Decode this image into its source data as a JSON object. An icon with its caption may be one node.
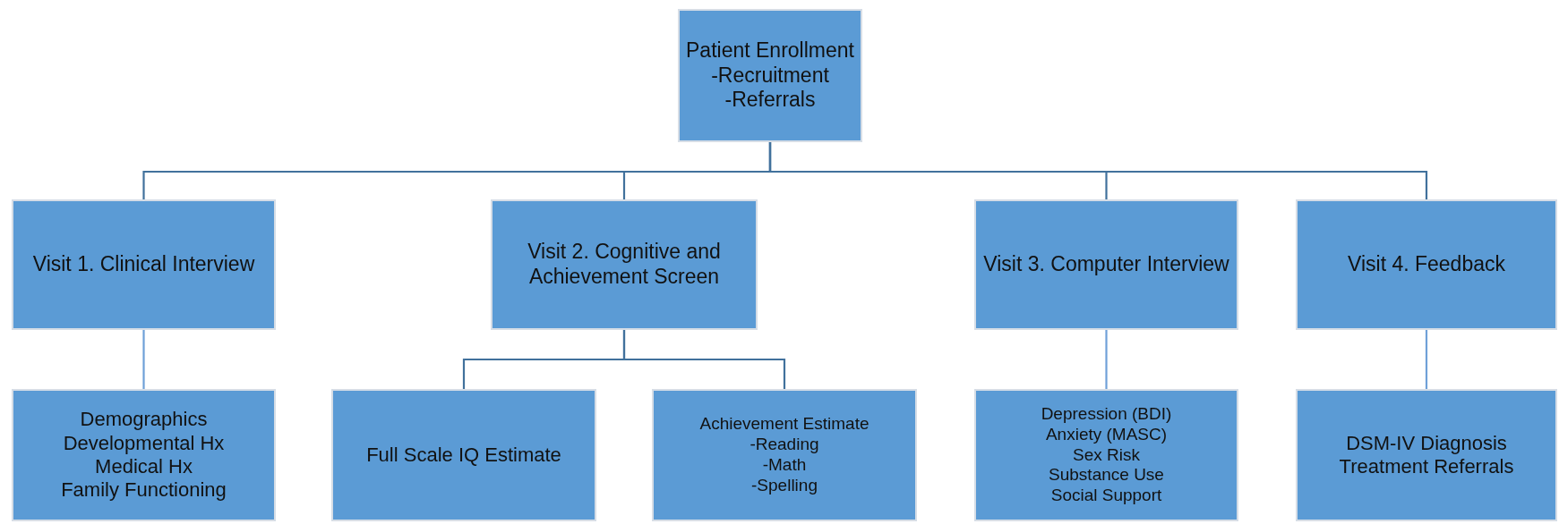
{
  "diagram": {
    "nodes": [
      {
        "text": [
          "Patient Enrollment",
          "-Recruitment",
          "-Referrals"
        ]
      },
      {
        "text": [
          "Visit 1. Clinical Interview"
        ]
      },
      {
        "text": [
          "Visit 2. Cognitive and Achievement Screen"
        ]
      },
      {
        "text": [
          "Visit 3. Computer Interview"
        ]
      },
      {
        "text": [
          "Visit 4. Feedback"
        ]
      },
      {
        "text": [
          "Demographics",
          "Developmental Hx",
          "Medical Hx",
          "Family Functioning"
        ]
      },
      {
        "text": [
          "Full Scale IQ Estimate"
        ]
      },
      {
        "text": [
          "Achievement Estimate",
          "-Reading",
          "-Math",
          "-Spelling"
        ]
      },
      {
        "text": [
          "Depression (BDI)",
          "Anxiety (MASC)",
          "Sex Risk",
          "Substance Use",
          "Social Support"
        ]
      },
      {
        "text": [
          "DSM-IV Diagnosis",
          "Treatment Referrals"
        ]
      }
    ],
    "edges": [
      {
        "from": 0,
        "to": 1,
        "arrow": "none"
      },
      {
        "from": 0,
        "to": 2,
        "arrow": "none"
      },
      {
        "from": 0,
        "to": 3,
        "arrow": "none"
      },
      {
        "from": 0,
        "to": 4,
        "arrow": "none"
      },
      {
        "from": 1,
        "to": 5,
        "arrow": "none",
        "color": "#6fa0d8"
      },
      {
        "from": 2,
        "to": 6,
        "arrow": "none"
      },
      {
        "from": 2,
        "to": 7,
        "arrow": "none"
      },
      {
        "from": 3,
        "to": 8,
        "arrow": "none",
        "color": "#6fa0d8"
      },
      {
        "from": 4,
        "to": 9,
        "arrow": "none",
        "color": "#6fa0d8"
      }
    ]
  }
}
